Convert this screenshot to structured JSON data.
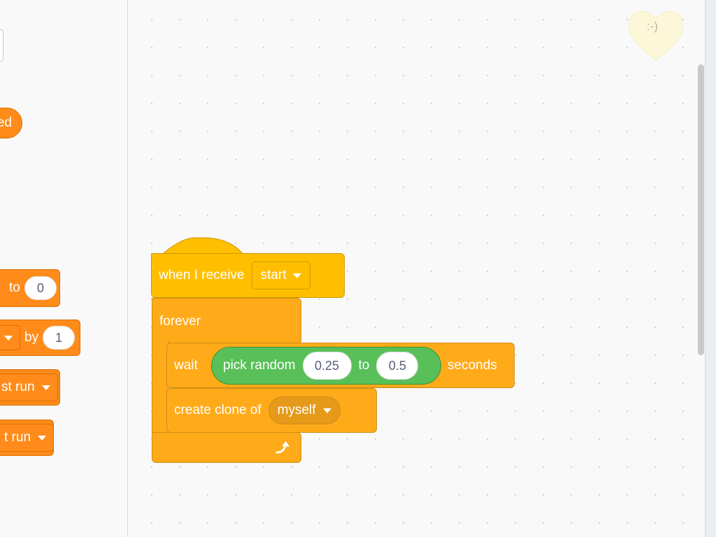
{
  "palette": {
    "partial_hat_label": "ed",
    "set_block": {
      "label_tail": "to",
      "value": "0"
    },
    "change_block": {
      "label_tail": "by",
      "value": "1"
    },
    "dropdown1": "st run",
    "dropdown2": "t run"
  },
  "script": {
    "hat": {
      "label": "when I receive",
      "message": "start"
    },
    "forever": {
      "label": "forever"
    },
    "wait": {
      "label": "wait",
      "random": {
        "label": "pick random",
        "from": "0.25",
        "to_label": "to",
        "to": "0.5"
      },
      "unit": "seconds"
    },
    "clone": {
      "label": "create clone of",
      "target": "myself"
    }
  },
  "overlay": {
    "heart_face": ":-)"
  },
  "colors": {
    "control": "#ffab19",
    "events": "#ffbf00",
    "operators": "#59c059",
    "palette_block": "#ff8c1a"
  }
}
